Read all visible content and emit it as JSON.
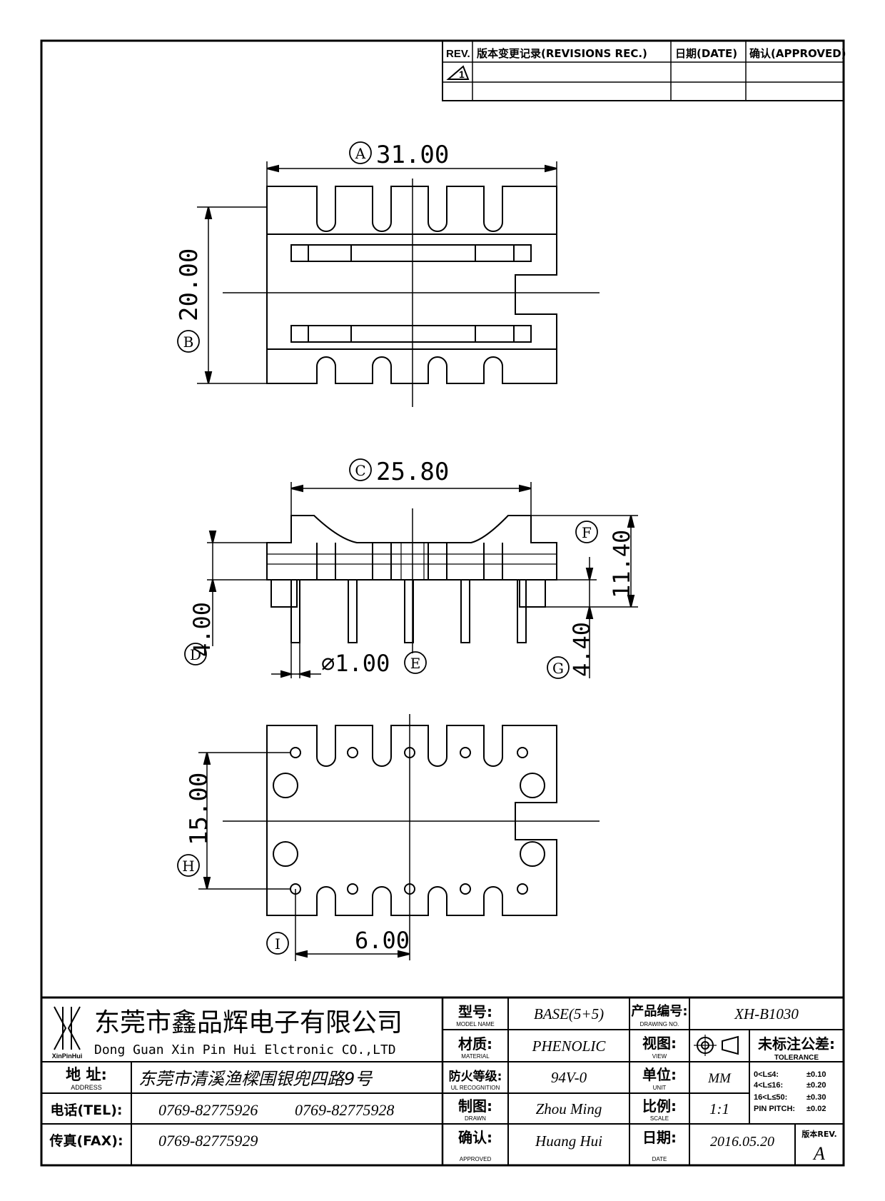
{
  "revision_block": {
    "rev_header": "REV.",
    "rec_header": "版本变更记录(REVISIONS REC.)",
    "date_header": "日期(DATE)",
    "approved_header": "确认(APPROVED)",
    "rev_mark": "1"
  },
  "dimensions": {
    "a": {
      "letter": "A",
      "value": "31.00"
    },
    "b": {
      "letter": "B",
      "value": "20.00"
    },
    "c": {
      "letter": "C",
      "value": "25.80"
    },
    "d": {
      "letter": "D",
      "value": "4.00"
    },
    "e": {
      "letter": "E",
      "value": "⌀1.00"
    },
    "f": {
      "letter": "F",
      "value": "11.40"
    },
    "g": {
      "letter": "G",
      "value": "4.40"
    },
    "h": {
      "letter": "H",
      "value": "15.00"
    },
    "i": {
      "letter": "I",
      "value": "6.00"
    }
  },
  "title_block": {
    "company_cn": "东莞市鑫品辉电子有限公司",
    "company_en": "Dong Guan Xin Pin Hui Elctronic CO.,LTD",
    "logo_text": "XinPinHui",
    "address_label": "地 址:",
    "address_label_en": "ADDRESS",
    "address_value": "东莞市清溪渔樑围银兜四路9号",
    "tel_label": "电话(TEL):",
    "tel_value_1": "0769-82775926",
    "tel_value_2": "0769-82775928",
    "fax_label": "传真(FAX):",
    "fax_value": "0769-82775929",
    "model_label": "型号:",
    "model_label_en": "MODEL NAME",
    "model_value": "BASE(5+5)",
    "material_label": "材质:",
    "material_label_en": "MATERIAL",
    "material_value": "PHENOLIC",
    "flame_label": "防火等级:",
    "flame_label_en": "UL RECOGNITION",
    "flame_value": "94V-0",
    "drawn_label": "制图:",
    "drawn_label_en": "DRAWN",
    "drawn_value": "Zhou Ming",
    "approved_label": "确认:",
    "approved_label_en": "APPROVED",
    "approved_value": "Huang Hui",
    "drawing_no_label": "产品编号:",
    "drawing_no_label_en": "DRAWING NO.",
    "drawing_no_value": "XH-B1030",
    "view_label": "视图:",
    "view_label_en": "VIEW",
    "unit_label": "单位:",
    "unit_label_en": "UNIT",
    "unit_value": "MM",
    "scale_label": "比例:",
    "scale_label_en": "SCALE",
    "scale_value": "1:1",
    "date_label": "日期:",
    "date_label_en": "DATE",
    "date_value": "2016.05.20",
    "version_label": "版本REV.",
    "version_value": "A",
    "tolerance_label": "未标注公差:",
    "tolerance_label_en": "TOLERANCE",
    "tolerance_rows": [
      {
        "range": "0<L≤4:",
        "value": "±0.10"
      },
      {
        "range": "4<L≤16:",
        "value": "±0.20"
      },
      {
        "range": "16<L≤50:",
        "value": "±0.30"
      },
      {
        "range": "PIN PITCH:",
        "value": "±0.02"
      }
    ]
  }
}
